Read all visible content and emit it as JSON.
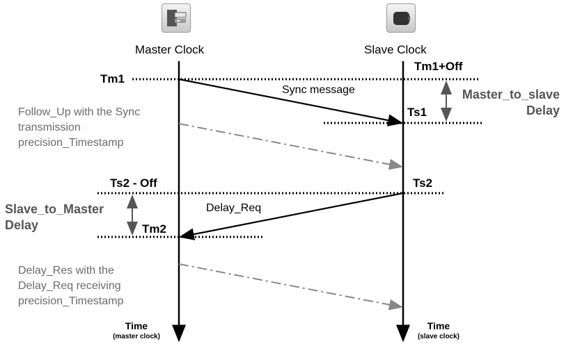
{
  "master": {
    "name": "Master Clock",
    "time_label": "Time",
    "time_sub": "(master clock)"
  },
  "slave": {
    "name": "Slave Clock",
    "time_label": "Time",
    "time_sub": "(slave clock)"
  },
  "points": {
    "tm1": "Tm1",
    "tm1_off": "Tm1+Off",
    "ts1": "Ts1",
    "ts2_off": "Ts2 - Off",
    "ts2": "Ts2",
    "tm2": "Tm2"
  },
  "messages": {
    "sync": "Sync message",
    "follow_up": "Follow_Up with the Sync transmission precision_Timestamp",
    "delay_req": "Delay_Req",
    "delay_res": "Delay_Res with the Delay_Req receiving precision_Timestamp"
  },
  "delays": {
    "master_to_slave": "Master_to_slave Delay",
    "slave_to_master": "Slave_to_Master Delay"
  },
  "icons": {
    "master": "master-clock-icon",
    "slave": "slave-clock-icon"
  }
}
